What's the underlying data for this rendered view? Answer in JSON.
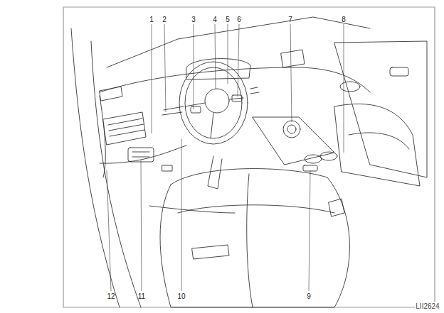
{
  "diagram": {
    "labels": [
      "1",
      "2",
      "3",
      "4",
      "5",
      "6",
      "7",
      "8",
      "12",
      "11",
      "10",
      "9",
      "LII2624"
    ]
  }
}
